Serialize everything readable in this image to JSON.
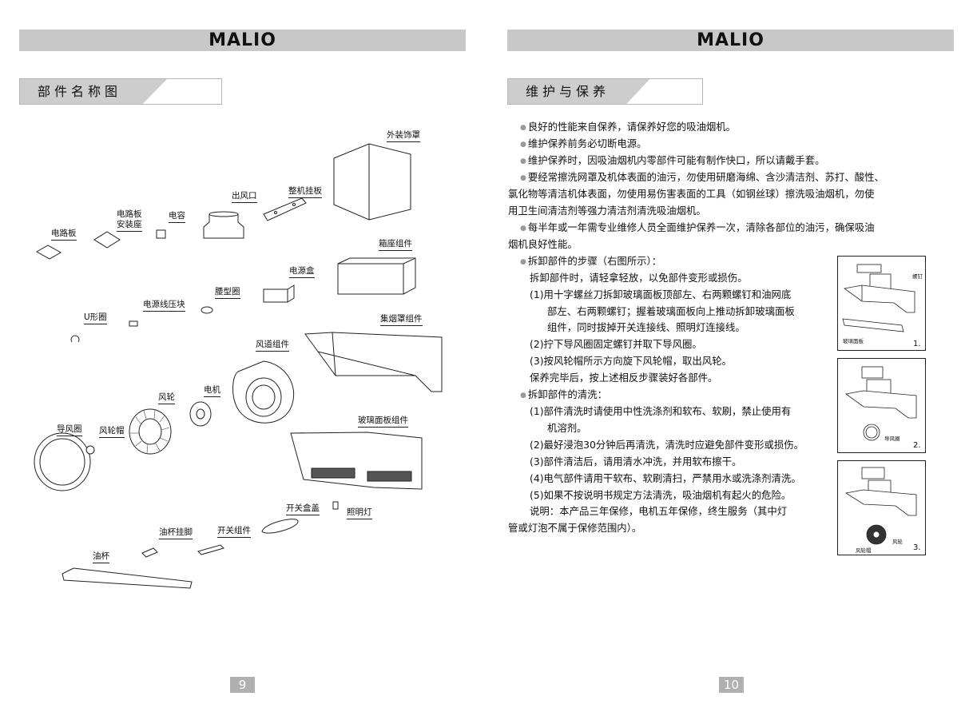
{
  "brand": "MALIO",
  "left_page": {
    "section_title": "部件名称图",
    "page_number": "9",
    "parts": {
      "outer_cover": "外装饰罩",
      "hanging_plate": "整机挂板",
      "outlet": "出风口",
      "capacitor": "电容",
      "circuit_mount": "电路板\n安装座",
      "circuit_board": "电路板",
      "box_base": "箱座组件",
      "power_box": "电源盒",
      "waist_ring": "腰型圈",
      "cable_clamp": "电源线压块",
      "u_ring": "U形圈",
      "hood_assembly": "集烟罩组件",
      "duct_assembly": "风道组件",
      "motor": "电机",
      "impeller": "风轮",
      "guide_ring": "导风圈",
      "impeller_cap": "风轮帽",
      "glass_panel": "玻璃面板组件",
      "switch_box_cover": "开关盒盖",
      "light": "照明灯",
      "switch_assembly": "开关组件",
      "cup_hook": "油杯挂脚",
      "oil_cup": "油杯"
    }
  },
  "right_page": {
    "section_title": "维护与保养",
    "page_number": "10",
    "lines": [
      "良好的性能来自保养，请保养好您的吸油烟机。",
      "维护保养前务必切断电源。",
      "维护保养时，因吸油烟机内零部件可能有制作快口，所以请戴手套。",
      "要经常擦洗网罩及机体表面的油污，勿使用研磨海绵、含沙清洁剂、苏打、酸性、",
      "氯化物等清洁机体表面，勿使用易伤害表面的工具（如钢丝球）擦洗吸油烟机，勿使",
      "用卫生间清洁剂等强力清洁剂清洗吸油烟机。",
      "每半年或一年需专业维修人员全面维护保养一次，清除各部位的油污，确保吸油",
      "烟机良好性能。",
      "拆卸部件的步骤（右图所示）：",
      "拆卸部件时，请轻拿轻放，以免部件变形或损伤。",
      "(1)用十字螺丝刀拆卸玻璃面板顶部左、右两颗螺钉和油网底",
      "部左、右两颗螺钉；握着玻璃面板向上推动拆卸玻璃面板",
      "组件，同时拔掉开关连接线、照明灯连接线。",
      "(2)拧下导风圈固定螺钉并取下导风圈。",
      "(3)按风轮帽所示方向旋下风轮帽，取出风轮。",
      "保养完毕后，按上述相反步骤装好各部件。",
      "拆卸部件的清洗：",
      "(1)部件清洗时请使用中性洗涤剂和软布、软刷，禁止使用有",
      "机溶剂。",
      "(2)最好浸泡30分钟后再清洗，清洗时应避免部件变形或损伤。",
      "(3)部件清洁后，请用清水冲洗，并用软布擦干。",
      "(4)电气部件请用干软布、软刷清扫，严禁用水或洗涤剂清洗。",
      "(5)如果不按说明书规定方法清洗，吸油烟机有起火的危险。",
      "说明：本产品三年保修，电机五年保修，终生服务（其中灯",
      "管或灯泡不属于保修范围内）。"
    ],
    "figures": {
      "fig1_screw": "螺钉",
      "fig1_glass": "玻璃面板",
      "fig1_num": "1.",
      "fig2_ring": "导风圈",
      "fig2_num": "2.",
      "fig3_impeller": "风轮",
      "fig3_cap": "风轮帽",
      "fig3_num": "3."
    }
  }
}
